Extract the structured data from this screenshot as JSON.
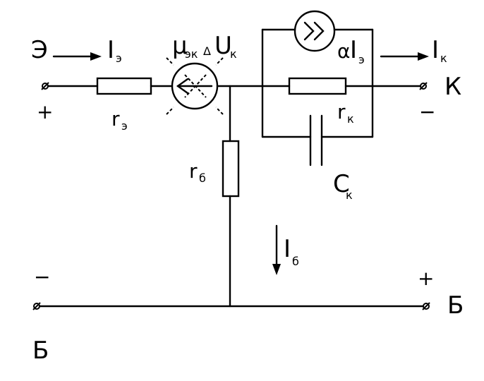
{
  "terminals": {
    "emitter": "Э",
    "collector": "К",
    "base_right": "Б",
    "base_bottom": "Б"
  },
  "polarity": {
    "emitter_left": "+",
    "base_left": "−",
    "collector_right": "−",
    "base_right": "+"
  },
  "currents": {
    "emitter": {
      "main": "I",
      "sub": "э"
    },
    "collector": {
      "main": "I",
      "sub": "к"
    },
    "base": {
      "main": "I",
      "sub": "б"
    },
    "source": {
      "prefix": "α",
      "main": "I",
      "sub": "э"
    }
  },
  "components": {
    "r_emitter": {
      "main": "r",
      "sub": "э"
    },
    "r_base": {
      "main": "r",
      "sub": "б"
    },
    "r_collector": {
      "main": "r",
      "sub": "к"
    },
    "c_collector": {
      "main": "C",
      "sub": "к"
    },
    "feedback_source": {
      "pre": "μ",
      "sub": "эк",
      "delta": "Δ",
      "main": "U",
      "sub2": "к"
    }
  }
}
